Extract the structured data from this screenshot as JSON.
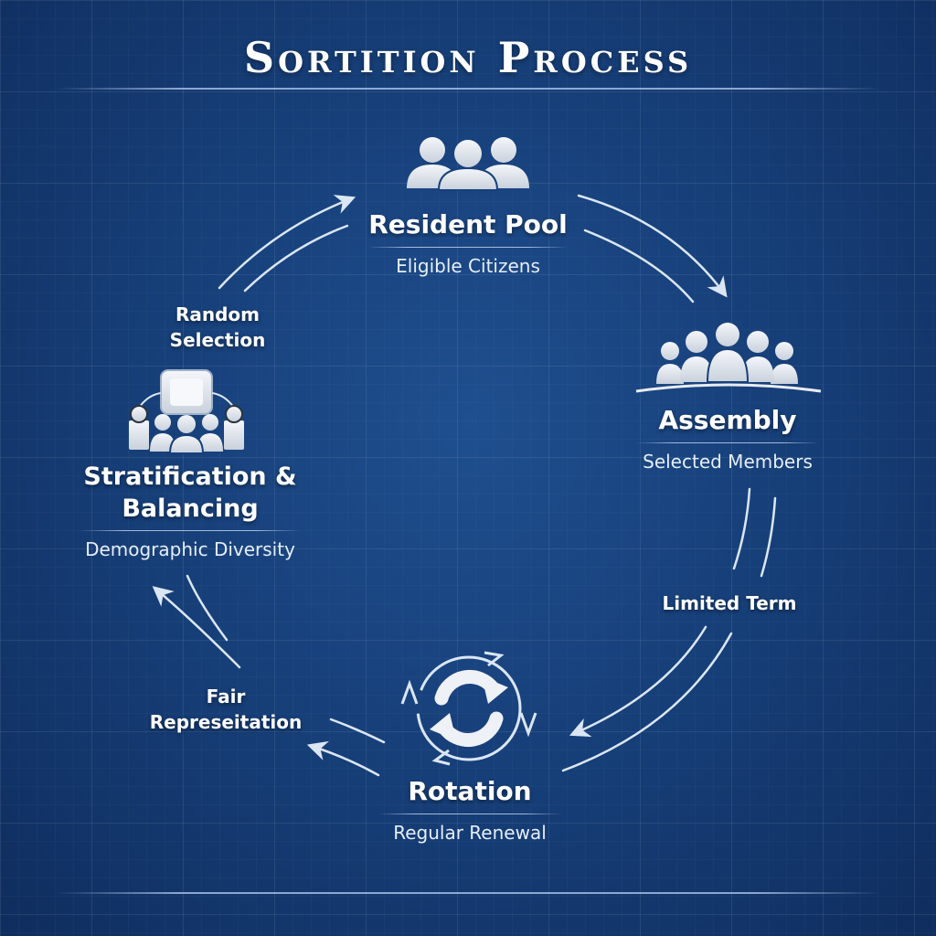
{
  "title": "Sortition Process",
  "nodes": {
    "resident_pool": {
      "label": "Resident Pool",
      "sub": "Eligible Citizens"
    },
    "assembly": {
      "label": "Assembly",
      "sub": "Selected Members"
    },
    "rotation": {
      "label": "Rotation",
      "sub": "Regular Renewal"
    },
    "stratification": {
      "label_line1": "Stratification &",
      "label_line2": "Balancing",
      "sub": "Demographic Diversity"
    }
  },
  "flows": {
    "random_selection": {
      "line1": "Random",
      "line2": "Selection"
    },
    "limited_term": {
      "line1": "Limited Term"
    },
    "fair_representation": {
      "line1": "Fair",
      "line2": "Represeitation"
    }
  },
  "colors": {
    "background": "#17407a",
    "icon_fill": "#e8ecf2",
    "arrow": "#dbe6f5"
  },
  "icons": {
    "resident_pool": "people-group-icon",
    "assembly": "assembly-icon",
    "rotation": "rotation-cycle-icon",
    "stratification": "balanced-selection-icon"
  }
}
